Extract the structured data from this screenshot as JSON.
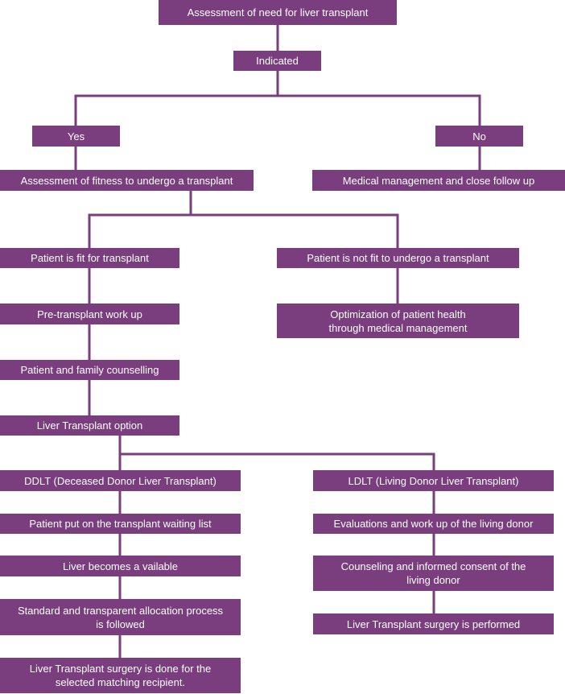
{
  "colors": {
    "box_background": "#7a3d7e",
    "box_text": "#ffffff",
    "connector": "#7a3d7e"
  },
  "nodes": {
    "assessment_need": "Assessment of need for liver transplant",
    "indicated": "Indicated",
    "yes": "Yes",
    "no": "No",
    "assessment_fitness": "Assessment of fitness to undergo a transplant",
    "medical_management": "Medical management and close follow up",
    "patient_fit": "Patient is fit for transplant",
    "patient_not_fit": "Patient is not fit to undergo a transplant",
    "pre_transplant": "Pre-transplant work up",
    "optimization": "Optimization of patient health\nthrough medical management",
    "counselling": "Patient and family counselling",
    "transplant_option": "Liver Transplant option",
    "ddlt": "DDLT (Deceased Donor Liver Transplant)",
    "ldlt": "LDLT (Living Donor Liver Transplant)",
    "waiting_list": "Patient put on the transplant waiting list",
    "evaluations": "Evaluations and work up of the living donor",
    "liver_available": "Liver becomes a vailable",
    "consent": "Counseling and informed consent of the\nliving donor",
    "allocation": "Standard and transparent allocation process\nis followed",
    "surgery_performed": "Liver Transplant surgery is performed",
    "surgery_done": "Liver Transplant surgery is done for the\nselected matching recipient."
  }
}
